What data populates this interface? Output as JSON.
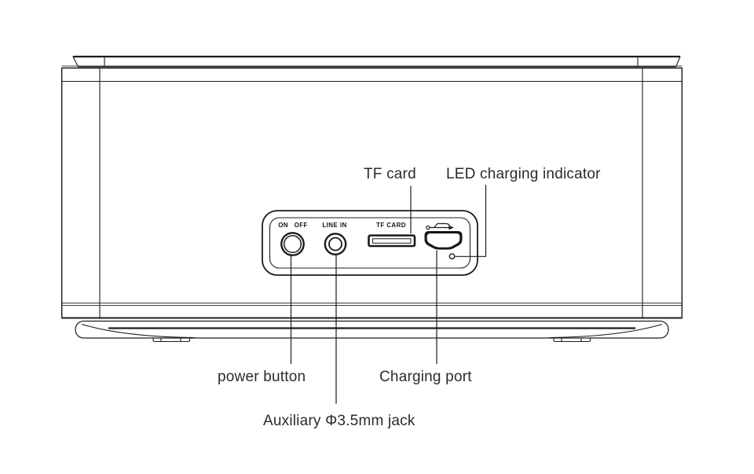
{
  "diagram": {
    "title": "speaker rear panel connection diagram",
    "panel_labels": {
      "power": "ON OFF",
      "line_in": "LINE IN",
      "tf": "TF CARD"
    },
    "callouts": {
      "tf": "TF card",
      "led": "LED charging indicator",
      "power": "power button",
      "charging": "Charging port",
      "aux": "Auxiliary Φ3.5mm jack"
    },
    "colors": {
      "line": "#1c1c1c",
      "text": "#2b2b2b",
      "background": "#ffffff"
    }
  }
}
